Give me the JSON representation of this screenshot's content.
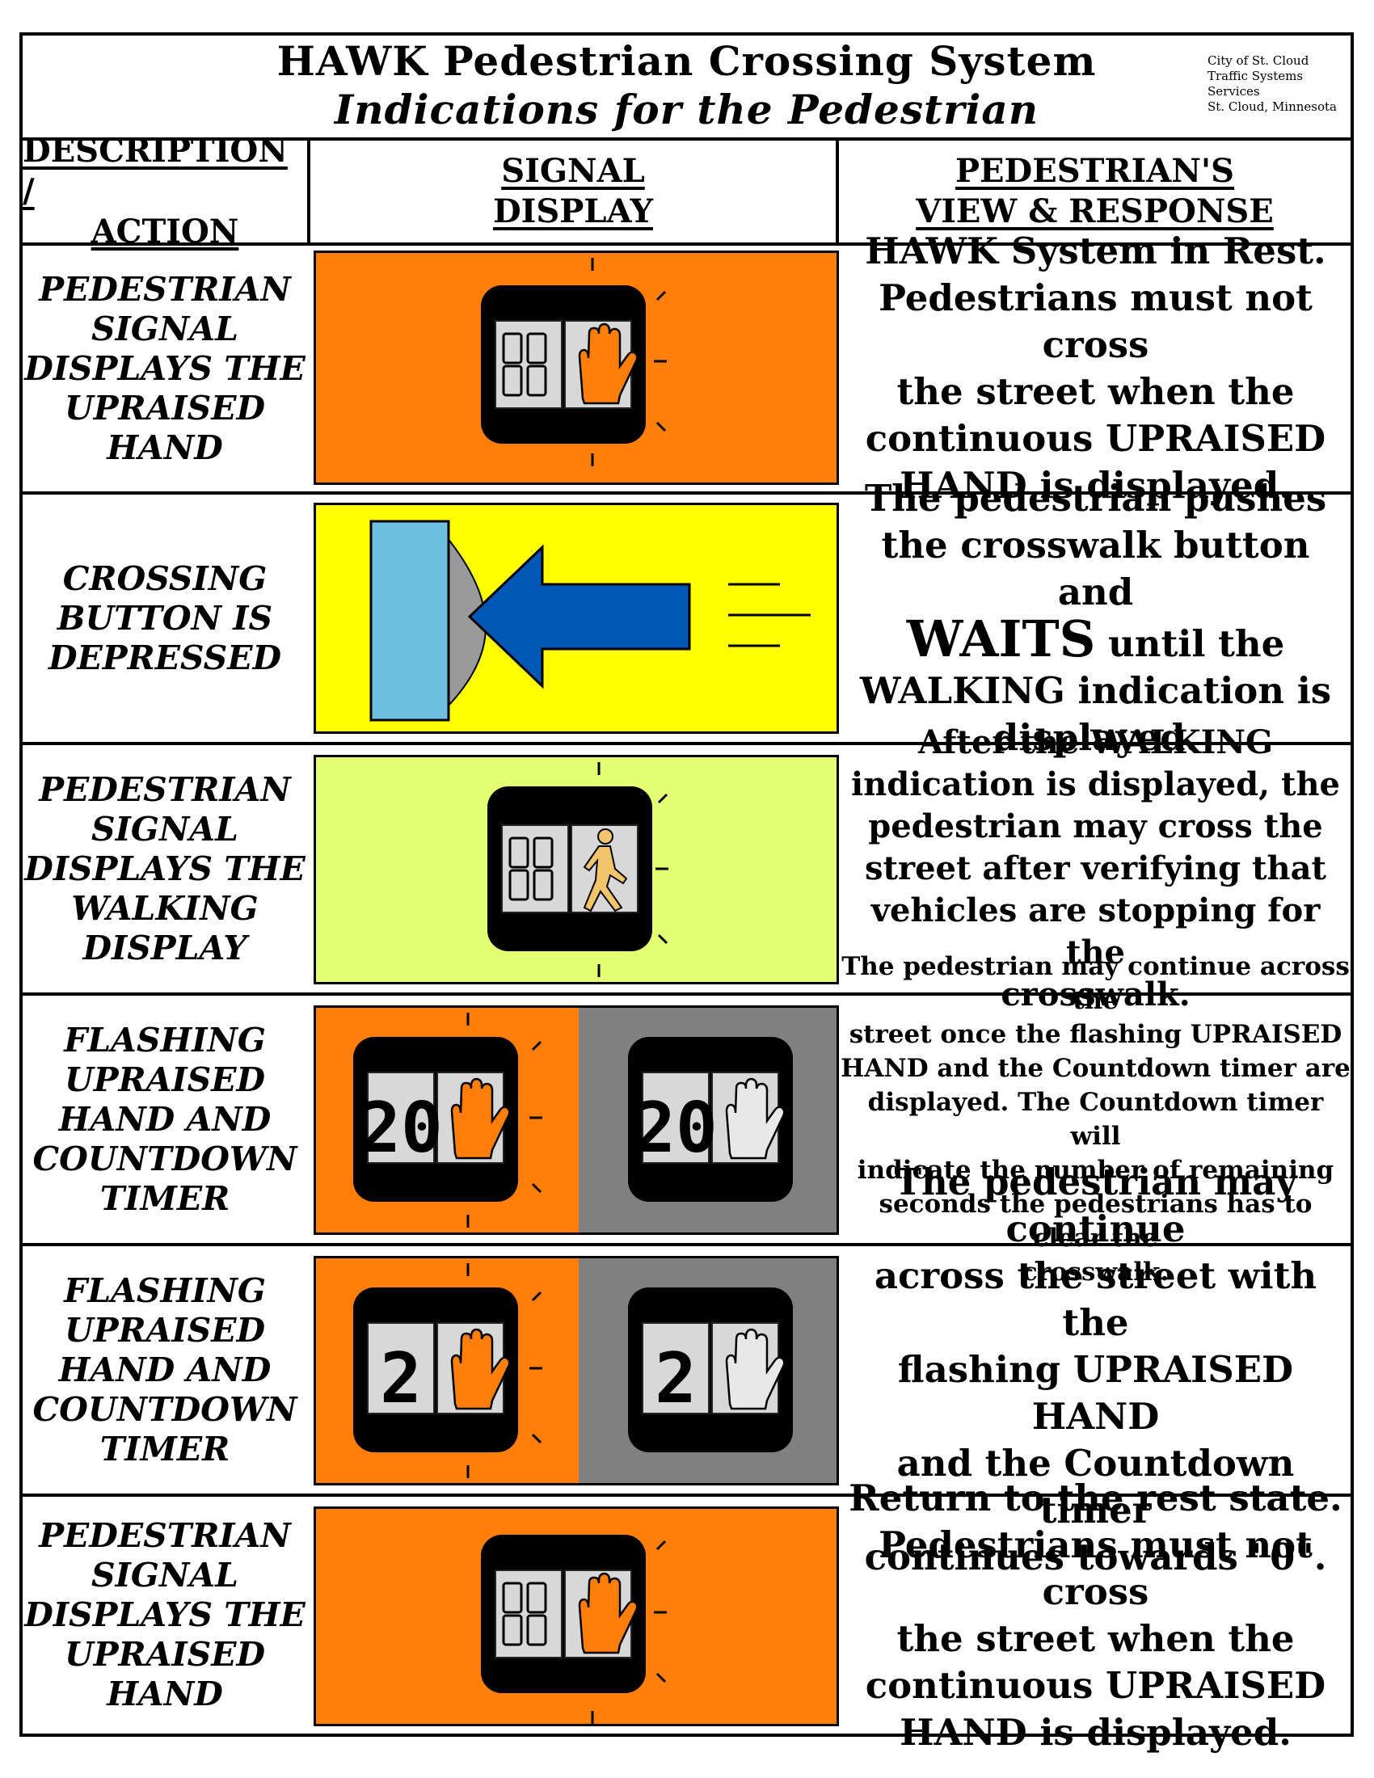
{
  "header": {
    "title": "HAWK Pedestrian Crossing System",
    "subtitle": "Indications for the Pedestrian",
    "org_lines": [
      "City of St. Cloud",
      "Traffic Systems",
      "Services",
      "St. Cloud, Minnesota"
    ]
  },
  "columns": {
    "description": [
      "DESCRIPTION /",
      "ACTION"
    ],
    "signal": [
      "SIGNAL",
      "DISPLAY"
    ],
    "view": [
      "PEDESTRIAN'S",
      "VIEW & RESPONSE"
    ]
  },
  "rows": [
    {
      "description": [
        "PEDESTRIAN",
        "SIGNAL",
        "DISPLAYS THE",
        "UPRAISED",
        "HAND"
      ],
      "signal": "upraised-hand",
      "response": [
        "HAWK System in Rest.",
        "Pedestrians must not cross",
        "the street when the",
        "continuous UPRAISED",
        "HAND is displayed."
      ]
    },
    {
      "description": [
        "CROSSING",
        "BUTTON IS",
        "DEPRESSED"
      ],
      "signal": "button-press",
      "response_a": "The pedestrian pushes the crosswalk button and",
      "response_waits": "WAITS",
      "response_b": "until the WALKING indication is displayed."
    },
    {
      "description": [
        "PEDESTRIAN",
        "SIGNAL",
        "DISPLAYS THE",
        "WALKING",
        "DISPLAY"
      ],
      "signal": "walking-person",
      "response": [
        "After the WALKING",
        "indication is displayed, the",
        "pedestrian may cross the",
        "street after verifying that",
        "vehicles are stopping for the",
        "crosswalk."
      ]
    },
    {
      "description": [
        "FLASHING",
        "UPRAISED",
        "HAND AND",
        "COUNTDOWN",
        "TIMER"
      ],
      "signal": "flashing-countdown",
      "countdown": "20",
      "response": [
        "The pedestrian may continue across the",
        "street once the flashing UPRAISED",
        "HAND and the Countdown timer are",
        "displayed.  The Countdown timer will",
        "indicate the number of remaining",
        "seconds the pedestrians has to clear the",
        "crosswalk."
      ]
    },
    {
      "description": [
        "FLASHING",
        "UPRAISED",
        "HAND AND",
        "COUNTDOWN",
        "TIMER"
      ],
      "signal": "flashing-countdown",
      "countdown": "2",
      "response": [
        "The pedestrian may continue",
        "across the street with the",
        "flashing UPRAISED HAND",
        "and the Countdown timer",
        "continues towards \"0\"."
      ]
    },
    {
      "description": [
        "PEDESTRIAN",
        "SIGNAL",
        "DISPLAYS THE",
        "UPRAISED",
        "HAND"
      ],
      "signal": "upraised-hand",
      "response": [
        "Return to the rest state.",
        "Pedestrians must not cross",
        "the street when the",
        "continuous UPRAISED",
        "HAND is displayed."
      ]
    }
  ],
  "colors": {
    "orange": "#FF7F0A",
    "yellow": "#FFFF00",
    "lime": "#E3FF73",
    "gray": "#808080",
    "button_blue": "#6FBFDF",
    "arrow_blue": "#0057B5"
  }
}
